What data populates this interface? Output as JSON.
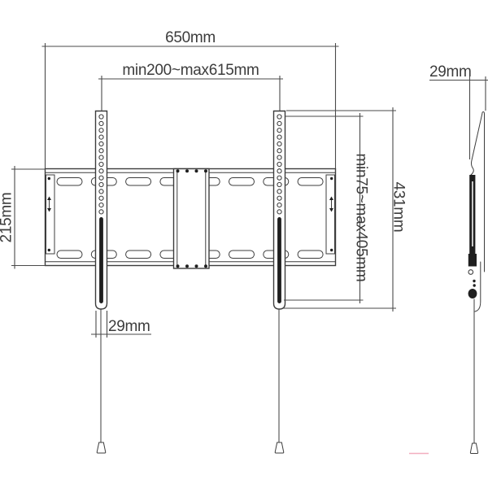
{
  "front_view": {
    "overall_width": "650mm",
    "horizontal_vesa_range": "min200~max615mm",
    "wall_plate_height": "215mm",
    "arm_width": "29mm",
    "vertical_vesa_range": "min75~max405mm",
    "arm_height": "431mm"
  },
  "side_view": {
    "depth": "29mm"
  },
  "colors": {
    "line": "#3c3c3c",
    "dim_line": "#4a4a4a",
    "fill": "#ffffff",
    "slot_fill": "#1f1f1f",
    "artifact_pink": "#f2aebf"
  }
}
